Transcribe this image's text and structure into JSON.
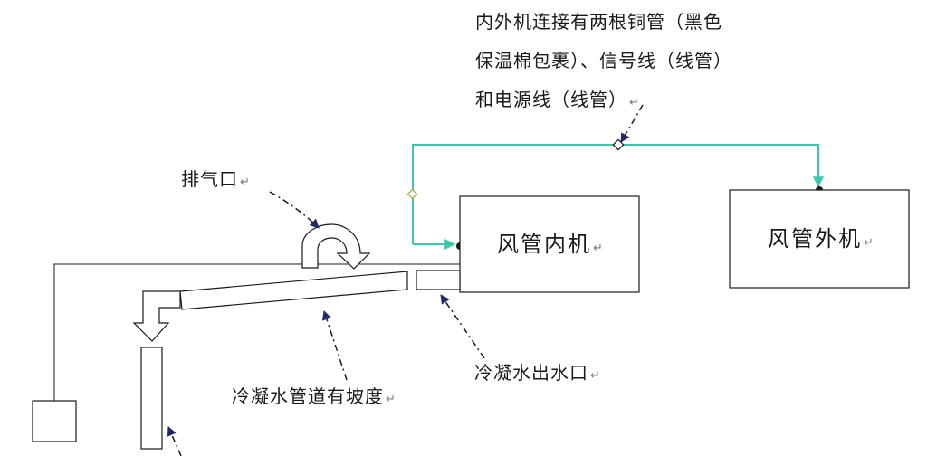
{
  "labels": {
    "connection_line1": "内外机连接有两根铜管（黑色",
    "connection_line2": "保温棉包裹）、信号线（线管）",
    "connection_line3": "和电源线（线管）",
    "exhaust_port": "排气口",
    "indoor_unit": "风管内机",
    "outdoor_unit": "风管外机",
    "condensate_outlet": "冷凝水出水口",
    "condensate_pipe_slope": "冷凝水管道有坡度",
    "return_mark": "↵"
  },
  "colors": {
    "connection_line": "#3cc6b0",
    "outline": "#1a1a1a",
    "pointer_arrow": "#1f2a6b"
  }
}
